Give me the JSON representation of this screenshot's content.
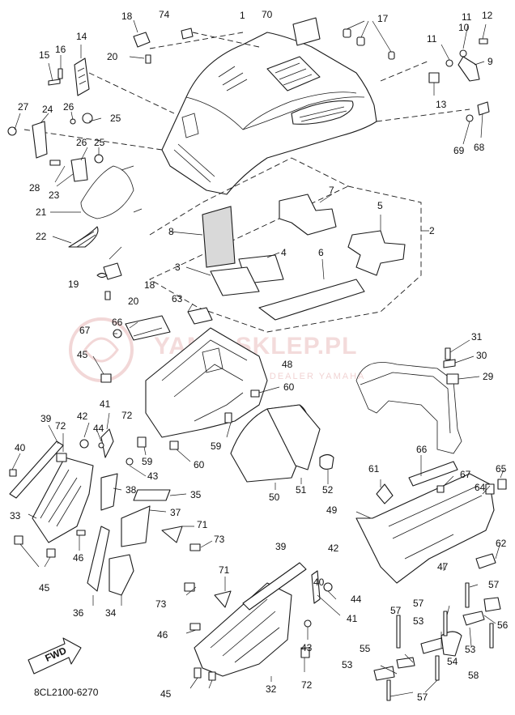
{
  "diagram": {
    "code": "8CL2100-6270",
    "fwd_label": "FWD"
  },
  "watermark": {
    "main": "YAMA-SKLEP.PL",
    "sub": "DEALER YAMAHA | DEALER YAMAHA"
  },
  "callouts": {
    "c1": "1",
    "c2": "2",
    "c3": "3",
    "c4": "4",
    "c5": "5",
    "c6": "6",
    "c7": "7",
    "c8": "8",
    "c9": "9",
    "c10": "10",
    "c11a": "11",
    "c11b": "11",
    "c12": "12",
    "c13": "13",
    "c14": "14",
    "c15": "15",
    "c16": "16",
    "c17": "17",
    "c18a": "18",
    "c18b": "18",
    "c19": "19",
    "c20a": "20",
    "c20b": "20",
    "c21": "21",
    "c22": "22",
    "c23": "23",
    "c24": "24",
    "c25a": "25",
    "c25b": "25",
    "c26a": "26",
    "c26b": "26",
    "c27": "27",
    "c28": "28",
    "c29": "29",
    "c30": "30",
    "c31": "31",
    "c32": "32",
    "c33": "33",
    "c34": "34",
    "c35": "35",
    "c36": "36",
    "c37": "37",
    "c38": "38",
    "c39a": "39",
    "c39b": "39",
    "c40a": "40",
    "c40b": "40",
    "c41a": "41",
    "c41b": "41",
    "c42a": "42",
    "c42b": "42",
    "c43a": "43",
    "c43b": "43",
    "c44a": "44",
    "c44b": "44",
    "c45a": "45",
    "c45b": "45",
    "c45c": "45",
    "c46a": "46",
    "c46b": "46",
    "c47": "47",
    "c48": "48",
    "c49": "49",
    "c50": "50",
    "c51": "51",
    "c52": "52",
    "c53a": "53",
    "c53b": "53",
    "c53c": "53",
    "c54": "54",
    "c55": "55",
    "c56": "56",
    "c57a": "57",
    "c57b": "57",
    "c57c": "57",
    "c57d": "57",
    "c58": "58",
    "c59a": "59",
    "c59b": "59",
    "c60a": "60",
    "c60b": "60",
    "c61": "61",
    "c62": "62",
    "c63": "63",
    "c64": "64",
    "c65": "65",
    "c66a": "66",
    "c66b": "66",
    "c67a": "67",
    "c67b": "67",
    "c68": "68",
    "c69": "69",
    "c70": "70",
    "c71a": "71",
    "c71b": "71",
    "c72a": "72",
    "c72b": "72",
    "c72c": "72",
    "c73a": "73",
    "c73b": "73",
    "c74": "74"
  }
}
